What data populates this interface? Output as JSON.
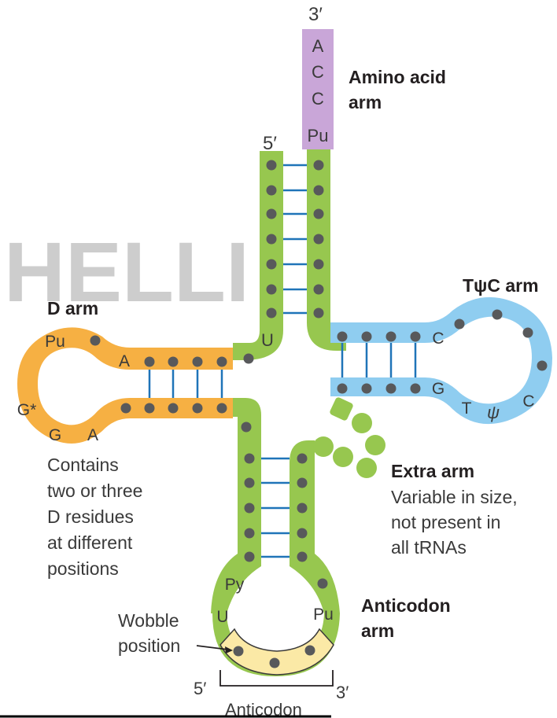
{
  "colors": {
    "acceptor": "#c9a6d8",
    "stem": "#97c74f",
    "d_arm": "#f6b043",
    "tpsic_arm": "#8fcdf0",
    "anticodon_band": "#fbe9a6",
    "nucleotide": "#58595b",
    "pair_line": "#1f74b8",
    "watermark": "#c8c8c8"
  },
  "watermark": {
    "text": "HELLI"
  },
  "ends": {
    "three_prime_top": "3′",
    "five_prime_top": "5′",
    "anticodon_five": "5′",
    "anticodon_three": "3′"
  },
  "acceptor_bases": [
    "A",
    "C",
    "C",
    "Pu"
  ],
  "arms": {
    "amino_acid": {
      "line1": "Amino acid",
      "line2": "arm"
    },
    "d_arm": {
      "title": "D arm",
      "bases": {
        "pu": "Pu",
        "a_top": "A",
        "g_star": "G*",
        "g": "G",
        "a_bottom": "A"
      },
      "note": [
        "Contains",
        "two or three",
        "D residues",
        "at different",
        "positions"
      ]
    },
    "tpsic": {
      "title": "TψC arm",
      "bases": {
        "c_top": "C",
        "g": "G",
        "t": "T",
        "psi": "ψ",
        "c_right": "C"
      }
    },
    "extra": {
      "title": "Extra arm",
      "note": [
        "Variable in size,",
        "not present in",
        "all tRNAs"
      ]
    },
    "anticodon": {
      "line1": "Anticodon",
      "line2": "arm",
      "bases": {
        "py": "Py",
        "u": "U",
        "pu": "Pu"
      },
      "wobble": [
        "Wobble",
        "position"
      ],
      "bracket_label": "Anticodon"
    }
  },
  "junction_base": "U"
}
